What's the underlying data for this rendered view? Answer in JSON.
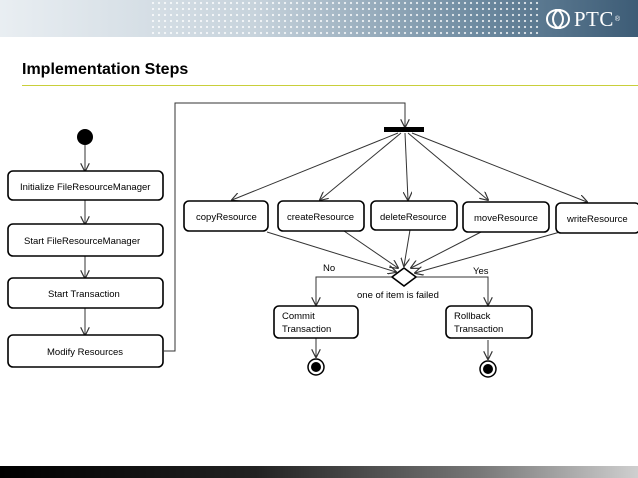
{
  "slide": {
    "title": "Implementation Steps",
    "logo_text": "PTC",
    "logo_reg": "®"
  },
  "diagram": {
    "left_steps": [
      "Initialize FileResourceManager",
      "Start FileResourceManager",
      "Start Transaction",
      "Modify Resources"
    ],
    "operations": [
      "copyResource",
      "createResource",
      "deleteResource",
      "moveResource",
      "writeResource"
    ],
    "decision": {
      "label": "one of item is failed",
      "no_label": "No",
      "yes_label": "Yes"
    },
    "commit": [
      "Commit",
      "Transaction"
    ],
    "rollback": [
      "Rollback",
      "Transaction"
    ]
  }
}
